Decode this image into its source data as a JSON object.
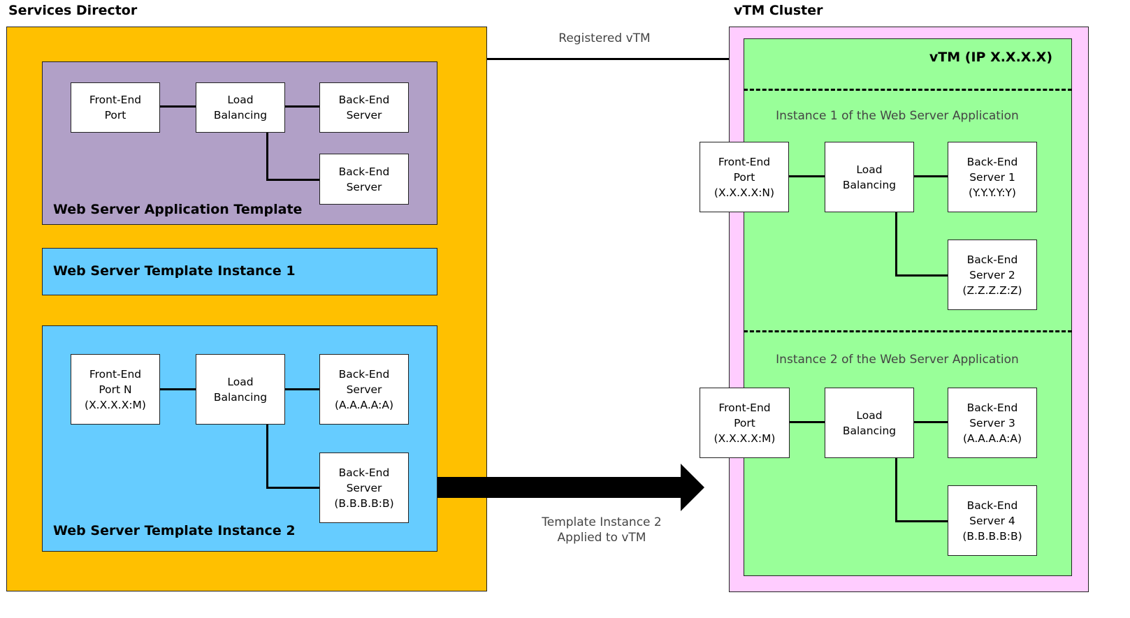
{
  "colors": {
    "services_director_bg": "#FFC000",
    "template_bg": "#B1A0C7",
    "instance_bg": "#66CCFF",
    "cluster_bg": "#FFCCFF",
    "vtm_bg": "#99FF99",
    "node_bg": "#FFFFFF",
    "connector": "#000000"
  },
  "services_director": {
    "heading": "Services Director",
    "template": {
      "title": "Web Server Application Template",
      "front_end": "Front-End\nPort",
      "load_balancing": "Load\nBalancing",
      "back_end_1": "Back-End\nServer",
      "back_end_2": "Back-End\nServer"
    },
    "instance_1": {
      "title": "Web Server Template Instance 1"
    },
    "instance_2": {
      "title": "Web Server Template Instance 2",
      "front_end": "Front-End\nPort N\n(X.X.X.X:M)",
      "load_balancing": "Load\nBalancing",
      "back_end_1": "Back-End\nServer\n(A.A.A.A:A)",
      "back_end_2": "Back-End\nServer\n(B.B.B.B:B)"
    }
  },
  "link_registered": "Registered vTM",
  "arrow_label": "Template Instance 2\nApplied to vTM",
  "vtm_cluster": {
    "heading": "vTM Cluster",
    "vtm_title": "vTM (IP X.X.X.X)",
    "app_instance_1": {
      "label": "Instance 1 of the Web Server Application",
      "front_end": "Front-End\nPort\n(X.X.X.X:N)",
      "load_balancing": "Load\nBalancing",
      "back_end_1": "Back-End\nServer 1\n(Y.Y.Y.Y:Y)",
      "back_end_2": "Back-End\nServer 2\n(Z.Z.Z.Z:Z)"
    },
    "app_instance_2": {
      "label": "Instance 2 of the Web Server Application",
      "front_end": "Front-End\nPort\n(X.X.X.X:M)",
      "load_balancing": "Load\nBalancing",
      "back_end_1": "Back-End\nServer 3\n(A.A.A.A:A)",
      "back_end_2": "Back-End\nServer 4\n(B.B.B.B:B)"
    }
  }
}
